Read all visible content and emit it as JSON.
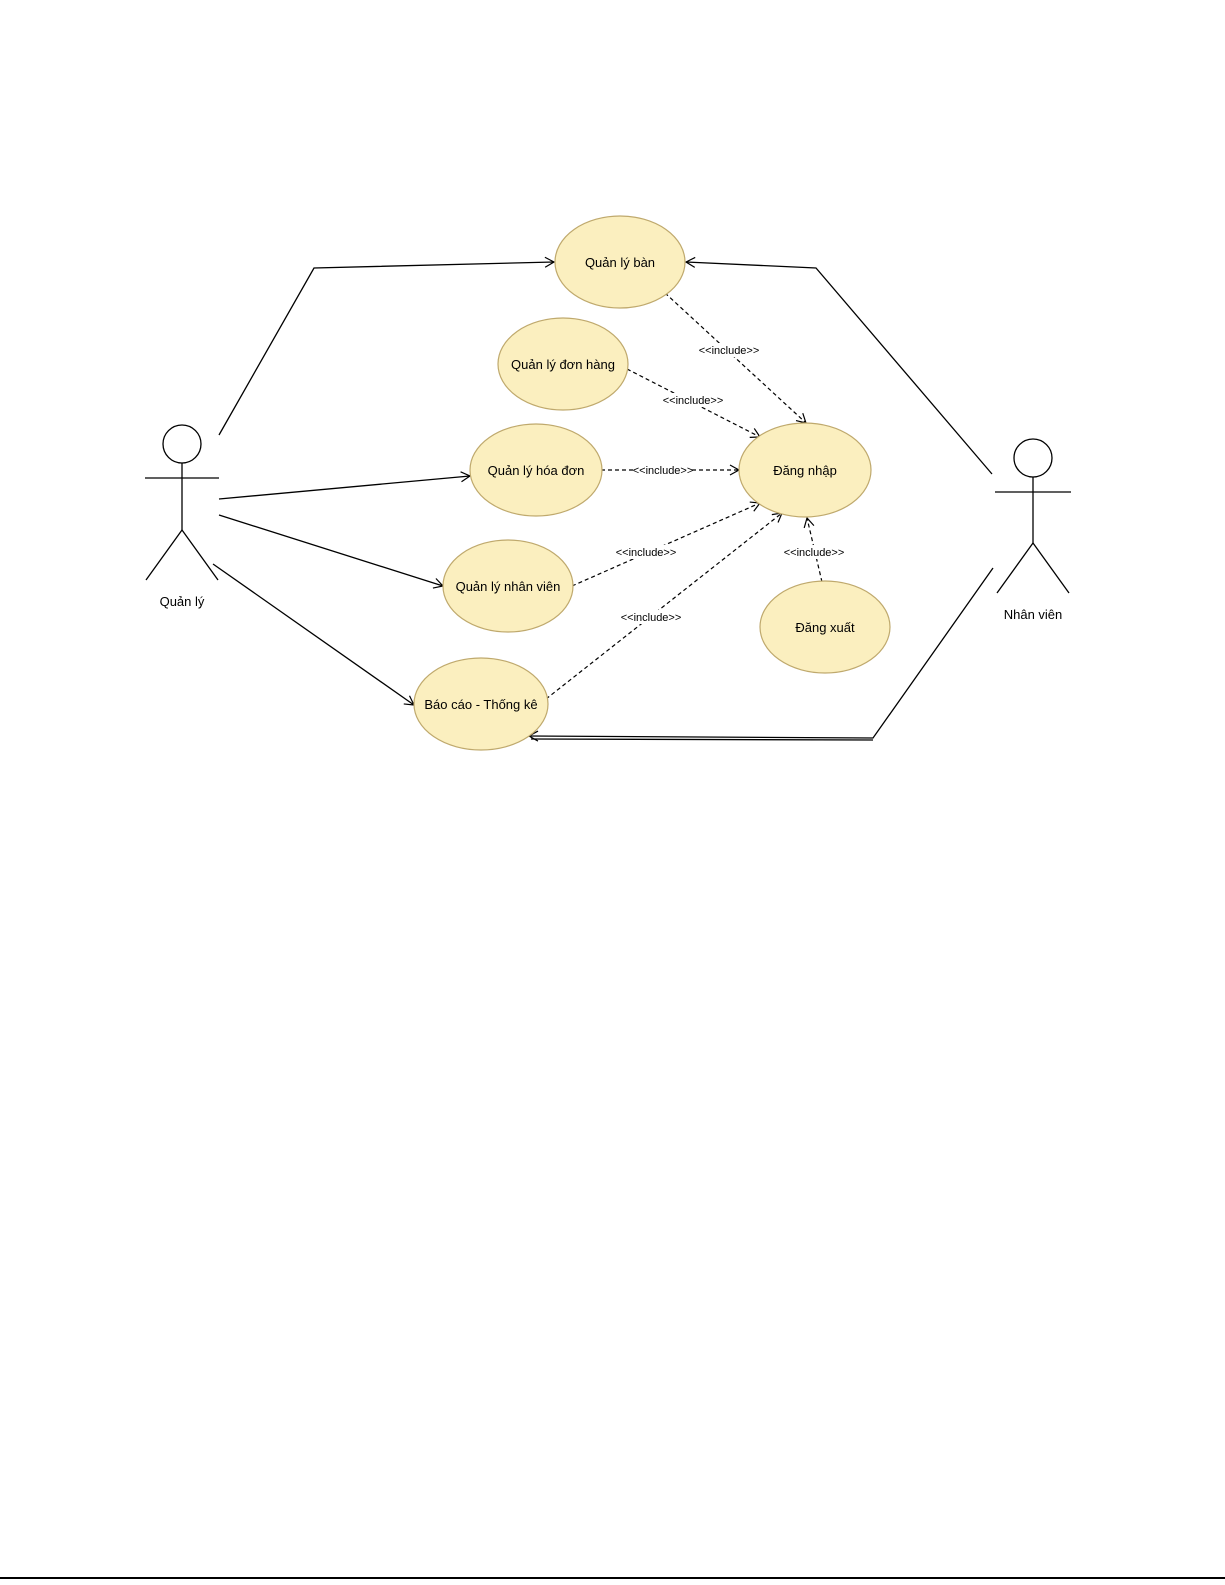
{
  "actors": {
    "quan_ly": {
      "label": "Quản lý"
    },
    "nhan_vien": {
      "label": "Nhân viên"
    }
  },
  "use_cases": {
    "quan_ly_ban": {
      "label": "Quản lý bàn"
    },
    "quan_ly_don_hang": {
      "label": "Quản lý đơn hàng"
    },
    "quan_ly_hoa_don": {
      "label": "Quản lý hóa đơn"
    },
    "quan_ly_nhan_vien": {
      "label": "Quản lý nhân viên"
    },
    "bao_cao_thong_ke": {
      "label": "Báo cáo - Thống kê"
    },
    "dang_nhap": {
      "label": "Đăng nhập"
    },
    "dang_xuat": {
      "label": "Đăng xuất"
    }
  },
  "relations": {
    "include_label": "<<include>>"
  },
  "colors": {
    "use_case_fill": "#fbefbf",
    "use_case_stroke": "#bfa96d",
    "line": "#000000"
  }
}
